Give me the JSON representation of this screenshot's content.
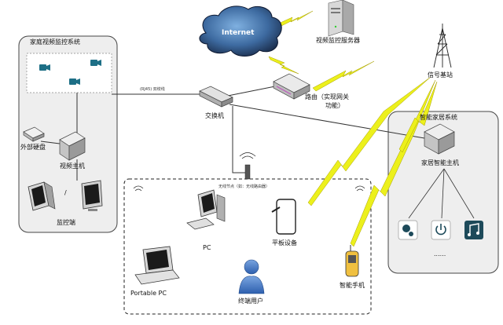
{
  "cloud": {
    "label": "Internet"
  },
  "server": {
    "label": "视频监控服务器"
  },
  "base_station": {
    "label": "信号基站"
  },
  "router": {
    "label_line1": "路由（实现网关",
    "label_line2": "功能）"
  },
  "switch": {
    "label": "交换机"
  },
  "cable": {
    "label": "(RJ45) 双绞线"
  },
  "home_video": {
    "title": "家庭视频监控系统",
    "external_disk": "外部硬盘",
    "host": "视频主机",
    "monitor": "监控端",
    "slash": "/"
  },
  "smart_home": {
    "title": "智能家居系统",
    "host": "家居智能主机",
    "dots": "......"
  },
  "wireless": {
    "node_label": "无线节点（如：无线路由器）",
    "pc": "PC",
    "tablet": "平板设备",
    "portable": "Portable PC",
    "user": "终端用户",
    "phone": "智能手机"
  },
  "colors": {
    "panel_fill": "#eeeeee",
    "cloud_dark": "#1a2a4a",
    "cloud_light": "#6a9ed4",
    "lightning": "#ecf01c",
    "user": "#3b6fc0",
    "icon_dark": "#1d4a5a"
  }
}
